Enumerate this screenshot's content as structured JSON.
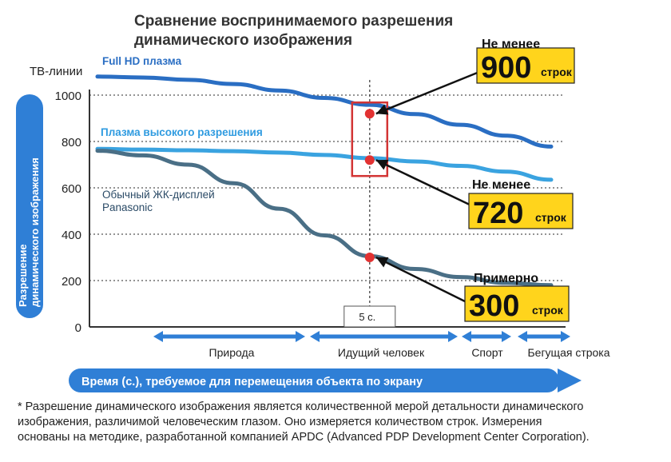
{
  "chart_data": {
    "type": "line",
    "title_line1": "Сравнение воспринимаемого разрешения",
    "title_line2": "динамического изображения",
    "y_unit_label": "ТВ-линии",
    "ylabel_line1": "Разрешение",
    "ylabel_line2": "динамического изображения",
    "ylim": [
      0,
      1000
    ],
    "yticks": [
      0,
      200,
      400,
      600,
      800,
      1000
    ],
    "ytick_labels": [
      "0",
      "200",
      "400",
      "600",
      "800",
      "1000"
    ],
    "grid": true,
    "xlim": [
      0,
      10
    ],
    "series": [
      {
        "name": "Full HD плазма",
        "color": "#2a6ec3",
        "x": [
          0,
          1,
          2,
          3,
          4,
          5,
          6,
          7,
          8,
          9,
          10
        ],
        "y": [
          1080,
          1076,
          1066,
          1048,
          1020,
          988,
          958,
          918,
          872,
          825,
          778
        ]
      },
      {
        "name": "Плазма высокого разрешения",
        "color": "#3aa3e0",
        "x": [
          0,
          1,
          2,
          3,
          4,
          5,
          6,
          7,
          8,
          9,
          10
        ],
        "y": [
          768,
          765,
          762,
          758,
          752,
          742,
          728,
          714,
          695,
          670,
          635
        ]
      },
      {
        "name_line1": "Обычный ЖК-дисплей",
        "name_line2": "Panasonic",
        "color": "#4a6f86",
        "x": [
          0,
          1,
          2,
          3,
          4,
          5,
          6,
          7,
          8,
          9,
          10
        ],
        "y": [
          760,
          740,
          700,
          620,
          510,
          395,
          305,
          250,
          215,
          190,
          180
        ]
      }
    ],
    "marker_x": 6,
    "marker_x_label": "5 с.",
    "markers": [
      {
        "series": 0,
        "y": 920
      },
      {
        "series": 1,
        "y": 720
      },
      {
        "series": 2,
        "y": 300
      }
    ],
    "annotations": [
      {
        "prefix": "Не менее",
        "value": "900",
        "unit": "строк"
      },
      {
        "prefix": "Не менее",
        "value": "720",
        "unit": "строк"
      },
      {
        "prefix": "Примерно",
        "value": "300",
        "unit": "строк"
      }
    ],
    "categories": [
      "Природа",
      "Идущий человек",
      "Спорт",
      "Бегущая строка"
    ],
    "xlabel": "Время (с.), требуемое для перемещения объекта по экрану"
  },
  "colors": {
    "box_yellow": "#ffd41c",
    "marker_red": "#e23232",
    "accent_blue": "#2f7fd6",
    "highlight_red": "#d33535"
  },
  "footnote": {
    "line1": "* Разрешение динамического изображения является количественной мерой детальности динамического",
    "line2": "изображения, различимой человеческим глазом. Оно измеряется количеством строк. Измерения",
    "line3": "основаны на методике, разработанной компанией APDC (Advanced PDP Development Center Corporation)."
  }
}
